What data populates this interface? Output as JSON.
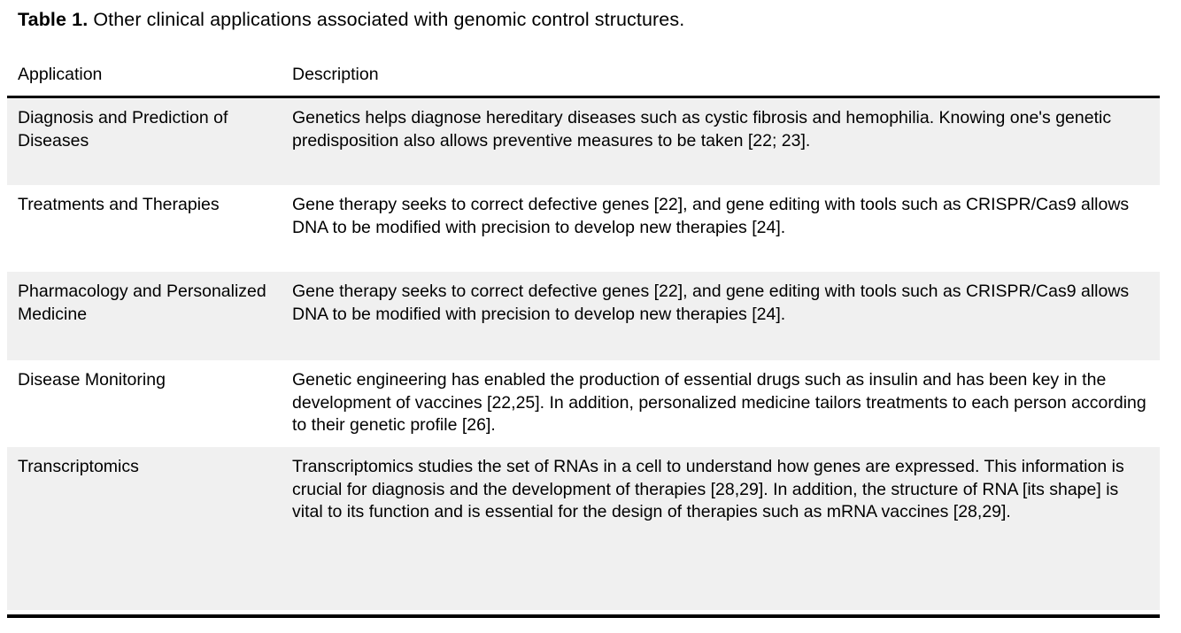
{
  "caption": {
    "label": "Table 1.",
    "text": " Other clinical applications associated with genomic control structures."
  },
  "table": {
    "columns": [
      {
        "key": "application",
        "header": "Application"
      },
      {
        "key": "description",
        "header": "Description"
      }
    ],
    "rows": [
      {
        "application": "Diagnosis and Prediction of Diseases",
        "description": "Genetics helps diagnose hereditary diseases such as cystic fibrosis and hemophilia. Knowing one's genetic predisposition also allows preventive measures to be taken [22; 23]."
      },
      {
        "application": "Treatments and Therapies",
        "description": "Gene therapy seeks to correct defective genes [22], and gene editing with tools such as CRISPR/Cas9 allows DNA to be modified with precision to develop new therapies [24]."
      },
      {
        "application": "Pharmacology and Personalized Medicine",
        "description": "Gene therapy seeks to correct defective genes [22], and gene editing with tools such as CRISPR/Cas9 allows DNA to be modified with precision to develop new therapies [24]."
      },
      {
        "application": "Disease Monitoring",
        "description": "Genetic engineering has enabled the production of essential drugs such as insulin and has been key in the development of vaccines [22,25]. In addition, personalized medicine tailors treatments to each person according to their genetic profile [26]."
      },
      {
        "application": "Transcriptomics",
        "description": "Transcriptomics studies the set of RNAs in a cell to understand how genes are expressed. This information is crucial for diagnosis and the development of therapies [28,29]. In addition, the structure of RNA [its shape] is vital to its function and is essential for the design of therapies such as mRNA vaccines [28,29]."
      }
    ]
  },
  "style": {
    "shaded_row_color": "#f0f0f0",
    "page_background": "#ffffff",
    "rule_color": "#000000",
    "text_color": "#000000"
  }
}
